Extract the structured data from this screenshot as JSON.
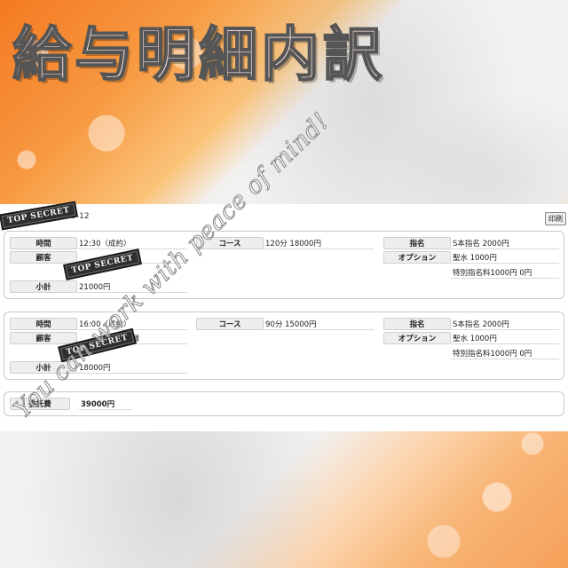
{
  "title": "給与明細内訳",
  "stamp_text": "TOP SECRET",
  "watermark": "You can work with peace of mind!",
  "header": {
    "date": "2023-9-12",
    "print_label": "印刷"
  },
  "labels": {
    "time": "時間",
    "customer": "顧客",
    "subtotal": "小計",
    "course": "コース",
    "nomination": "指名",
    "option": "オプション",
    "commission": "委託費"
  },
  "sessions": [
    {
      "time": "12:30（成約）",
      "customer": "様",
      "subtotal": "21000円",
      "course": "120分 18000円",
      "nomination": "S本指名 2000円",
      "option": "聖水 1000円",
      "extra": "特別指名料1000円 0円"
    },
    {
      "time": "16:00（成約）",
      "customer": "様",
      "subtotal": "18000円",
      "course": "90分 15000円",
      "nomination": "S本指名 2000円",
      "option": "聖水 1000円",
      "extra": "特別指名料1000円 0円"
    }
  ],
  "total": {
    "value": "39000円"
  }
}
